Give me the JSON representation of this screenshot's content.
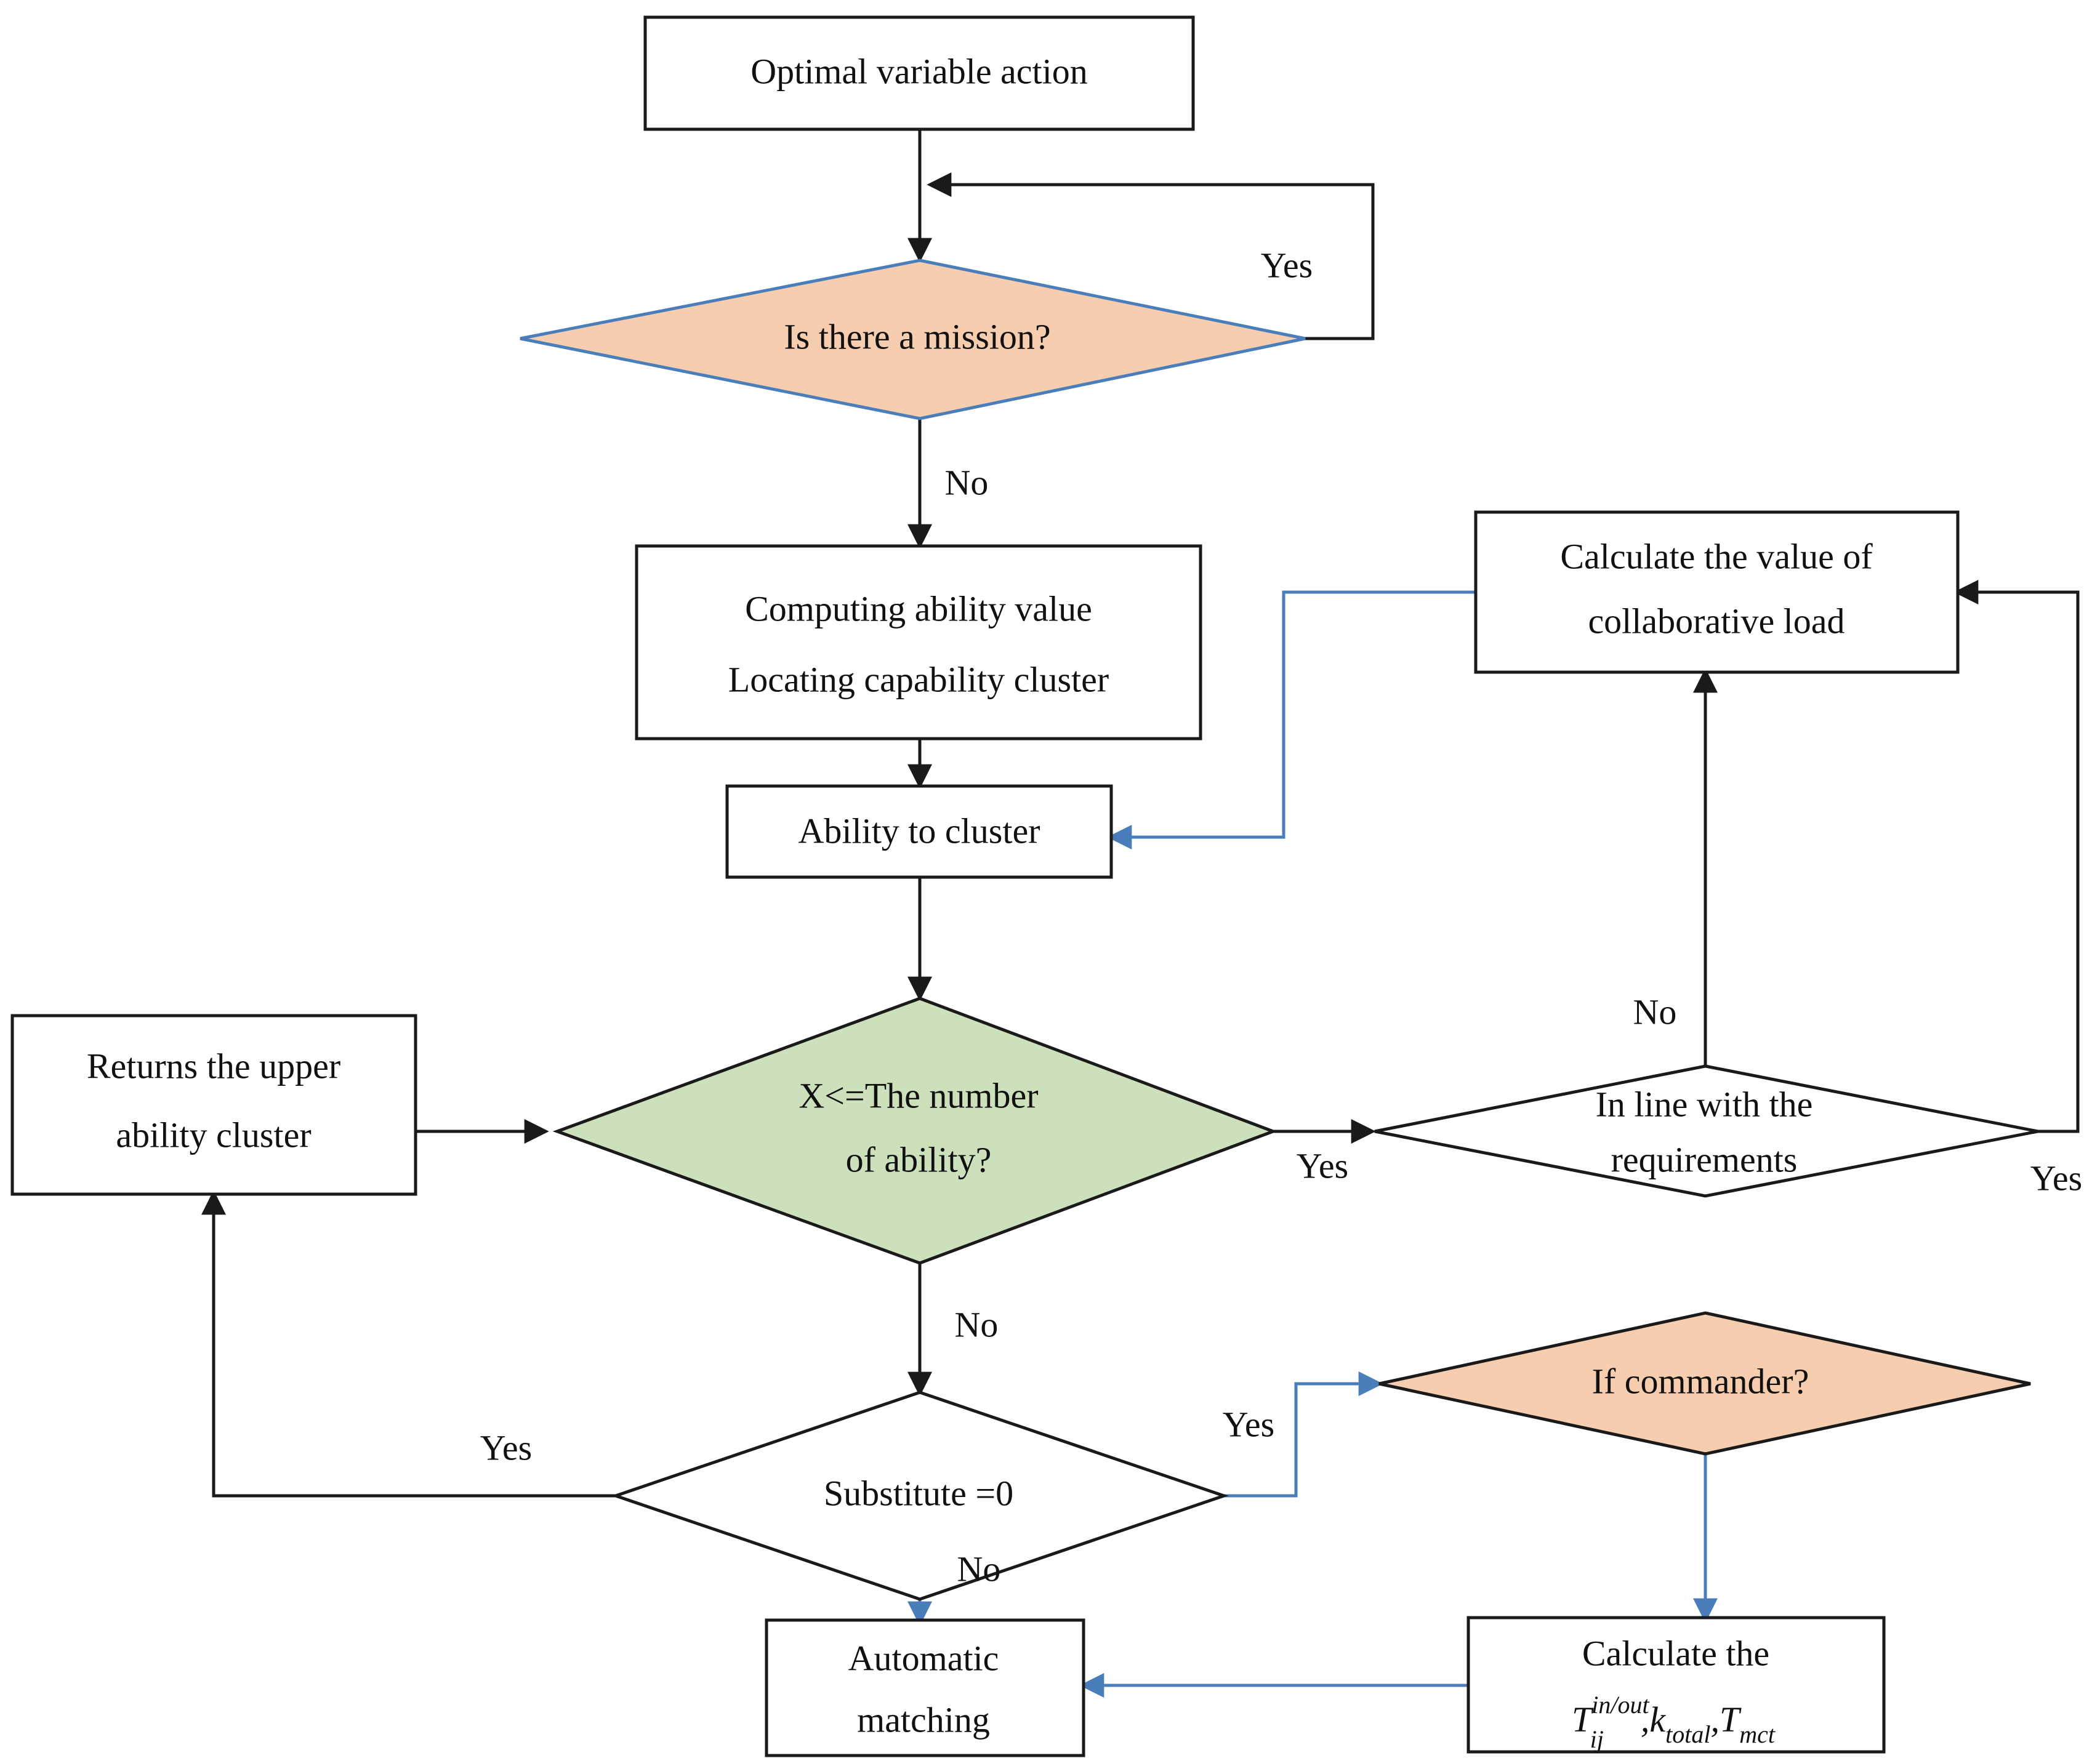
{
  "diagram": {
    "type": "flowchart",
    "title": "Optimal variable action flowchart",
    "colors": {
      "peach_fill": "#f6cdae",
      "green_fill": "#cde0bc",
      "blue_stroke": "#4a7ebb",
      "black_stroke": "#1a1a1a",
      "box_fill": "#ffffff"
    }
  },
  "nodes": {
    "optimal_variable_action": {
      "shape": "rectangle",
      "line1": "Optimal variable action"
    },
    "is_there_a_mission": {
      "shape": "diamond",
      "line1": "Is there a mission?"
    },
    "computing_ability": {
      "shape": "rectangle",
      "line1": "Computing ability value",
      "line2": "Locating capability cluster"
    },
    "ability_to_cluster": {
      "shape": "rectangle",
      "line1": "Ability to cluster"
    },
    "calculate_collaborative_load": {
      "shape": "rectangle",
      "line1": "Calculate the value of",
      "line2": "collaborative load"
    },
    "returns_upper_cluster": {
      "shape": "rectangle",
      "line1": "Returns the upper",
      "line2": "ability cluster"
    },
    "x_le_number_of_ability": {
      "shape": "diamond",
      "line1": "X<=The number",
      "line2": "of  ability?"
    },
    "in_line_with_requirements": {
      "shape": "diamond",
      "line1": "In line with the",
      "line2": "requirements"
    },
    "substitute_zero": {
      "shape": "diamond",
      "line1": "Substitute =0"
    },
    "if_commander": {
      "shape": "diamond",
      "line1": "If commander?"
    },
    "automatic_matching": {
      "shape": "rectangle",
      "line1": "Automatic",
      "line2": "matching"
    },
    "calculate_formula": {
      "shape": "rectangle",
      "line1": "Calculate the",
      "formula": {
        "term1_base": "T",
        "term1_sub": "ij",
        "term1_sup": "in/out",
        "comma1": ",",
        "term2_base": "k",
        "term2_sub": "total",
        "comma2": ",",
        "term3_base": "T",
        "term3_sub": "mct"
      }
    }
  },
  "edge_labels": {
    "mission_yes": "Yes",
    "mission_no": "No",
    "ability_yes": "Yes",
    "ability_no": "No",
    "requirements_no": "No",
    "requirements_yes": "Yes",
    "substitute_yes_left": "Yes",
    "substitute_yes_right": "Yes",
    "substitute_no": "No"
  }
}
